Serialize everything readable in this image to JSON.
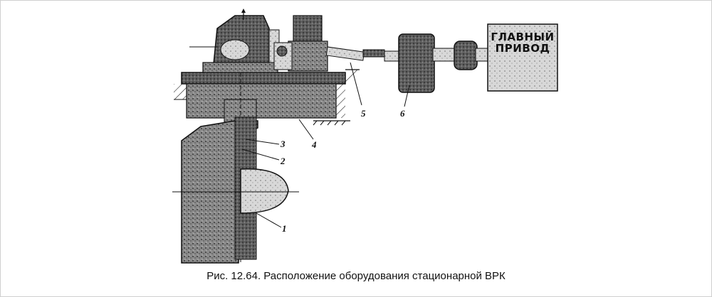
{
  "drive_box": {
    "line1": "ГЛАВНЫЙ",
    "line2": "ПРИВОД"
  },
  "labels": {
    "item1": "1",
    "item2": "2",
    "item3": "3",
    "item4": "4",
    "item5": "5",
    "item6": "6"
  },
  "caption": "Рис. 12.64. Расположение оборудования стационарной ВРК"
}
